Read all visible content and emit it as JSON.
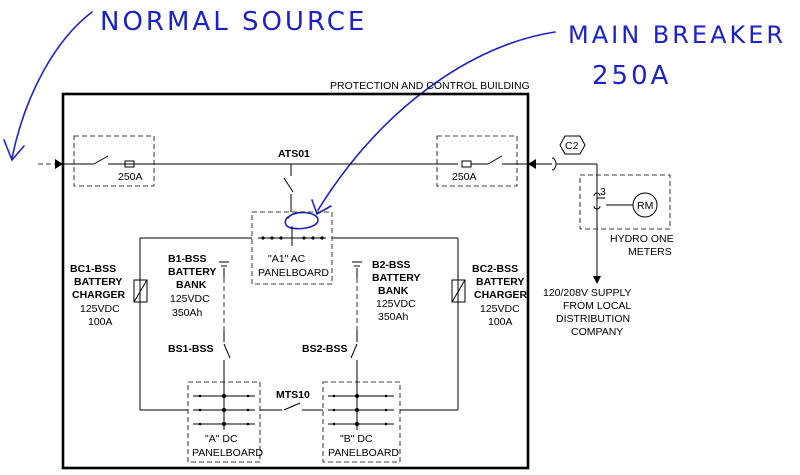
{
  "annotations": {
    "normal_source": "NORMAL SOURCE",
    "main_breaker_line1": "MAIN BREAKER",
    "main_breaker_line2": "250A"
  },
  "building": {
    "title": "PROTECTION AND CONTROL BUILDING"
  },
  "breakers": {
    "left_rating": "250A",
    "right_rating": "250A"
  },
  "ats": {
    "label": "ATS01"
  },
  "ac_panel": {
    "line1": "\"A1\" AC",
    "line2": "PANELBOARD"
  },
  "bc1": {
    "name": "BC1-BSS",
    "line2": "BATTERY",
    "line3": "CHARGER",
    "voltage": "125VDC",
    "current": "100A"
  },
  "bc2": {
    "name": "BC2-BSS",
    "line2": "BATTERY",
    "line3": "CHARGER",
    "voltage": "125VDC",
    "current": "100A"
  },
  "b1": {
    "name": "B1-BSS",
    "line2": "BATTERY",
    "line3": "BANK",
    "voltage": "125VDC",
    "capacity": "350Ah"
  },
  "b2": {
    "name": "B2-BSS",
    "line2": "BATTERY",
    "line3": "BANK",
    "voltage": "125VDC",
    "capacity": "350Ah"
  },
  "switches": {
    "bs1": "BS1-BSS",
    "bs2": "BS2-BSS",
    "mts": "MTS10"
  },
  "dc_a": {
    "line1": "\"A\"  DC",
    "line2": "PANELBOARD"
  },
  "dc_b": {
    "line1": "\"B\"  DC",
    "line2": "PANELBOARD"
  },
  "meter": {
    "tag": "C2",
    "ct_number": "3",
    "symbol": "RM",
    "line1": "HYDRO ONE",
    "line2": "METERS"
  },
  "supply": {
    "line1": "120/208V SUPPLY",
    "line2": "FROM LOCAL",
    "line3": "DISTRIBUTION",
    "line4": "COMPANY"
  }
}
